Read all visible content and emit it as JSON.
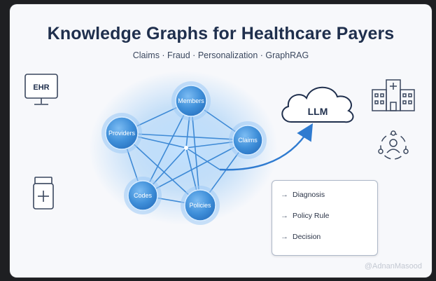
{
  "header": {
    "title": "Knowledge Graphs for Healthcare Payers",
    "subtitle": "Claims · Fraud · Personalization · GraphRAG"
  },
  "graph": {
    "nodes": [
      {
        "id": "members",
        "label": "Members"
      },
      {
        "id": "providers",
        "label": "Providers"
      },
      {
        "id": "claims",
        "label": "Claims"
      },
      {
        "id": "codes",
        "label": "Codes"
      },
      {
        "id": "policies",
        "label": "Policies"
      }
    ],
    "center": "center"
  },
  "icons": {
    "ehr": {
      "name": "ehr-monitor-icon",
      "label": "EHR"
    },
    "llm": {
      "name": "cloud-icon",
      "label": "LLM"
    },
    "hospital": {
      "name": "hospital-icon"
    },
    "people": {
      "name": "people-network-icon"
    },
    "medicine": {
      "name": "medicine-bottle-icon"
    }
  },
  "outputs": {
    "items": [
      {
        "label": "Diagnosis"
      },
      {
        "label": "Policy Rule"
      },
      {
        "label": "Decision"
      }
    ]
  },
  "watermark": "@AdnanMasood",
  "colors": {
    "node_fill": "#3f8fd9",
    "node_glow": "#9fcaf5",
    "edge": "#3e8ad6",
    "arrow": "#2f7bd0",
    "text_dark": "#1f2f4d"
  }
}
